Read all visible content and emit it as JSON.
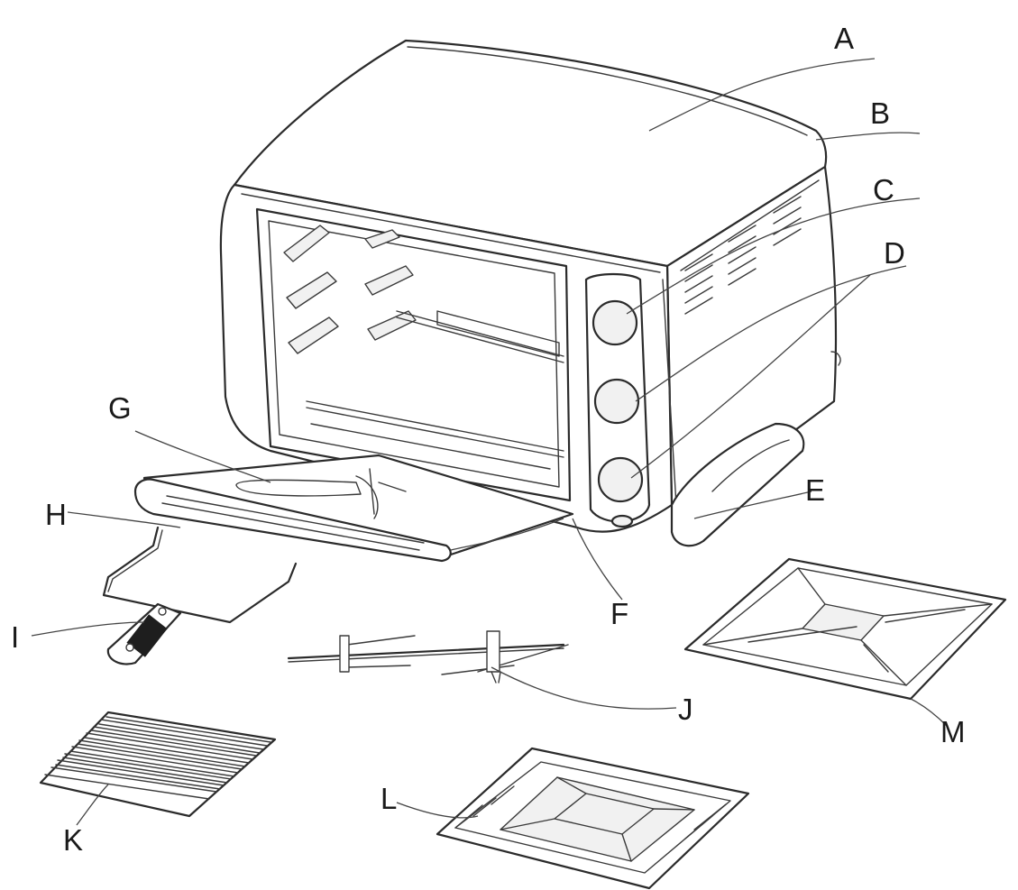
{
  "diagram": {
    "labels": {
      "A": "A",
      "B": "B",
      "C": "C",
      "D": "D",
      "E": "E",
      "F": "F",
      "G": "G",
      "H": "H",
      "I": "I",
      "J": "J",
      "K": "K",
      "L": "L",
      "M": "M"
    }
  }
}
